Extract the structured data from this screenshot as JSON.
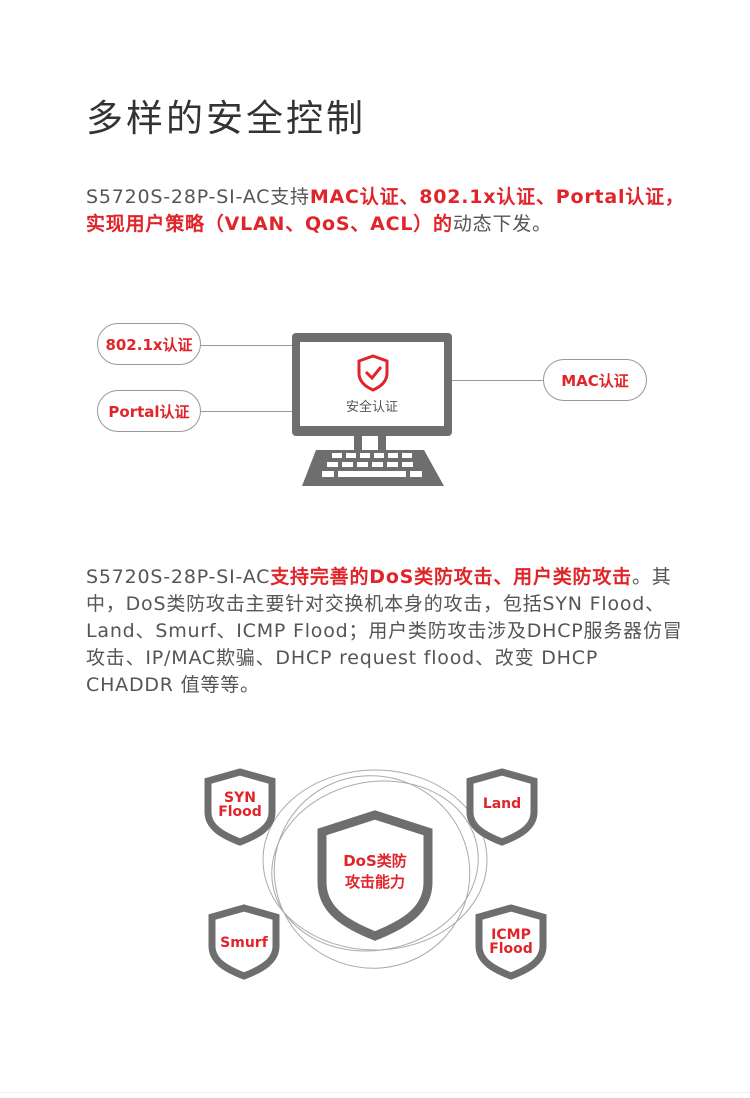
{
  "title": "多样的安全控制",
  "section1": {
    "text_a": "S5720S-28P-SI-AC支持",
    "text_hl": "MAC认证、802.1x认证、Portal认证，实现用户策略（VLAN、QoS、ACL）的",
    "text_b": "动态下发。"
  },
  "figure1": {
    "pill_8021x": "802.1x认证",
    "pill_portal": "Portal认证",
    "pill_mac": "MAC认证",
    "screen_label": "安全认证"
  },
  "section2": {
    "text_a": "S5720S-28P-SI-AC",
    "text_hl": "支持完善的DoS类防攻击、用户类防攻击",
    "text_b": "。其中，DoS类防攻击主要针对交换机本身的攻击，包括SYN Flood、Land、Smurf、ICMP Flood；用户类防攻击涉及DHCP服务器仿冒攻击、IP/MAC欺骗、DHCP request flood、改变 DHCP CHADDR 值等等。"
  },
  "figure2": {
    "center_line1": "DoS类防",
    "center_line2": "攻击能力",
    "syn_line1": "SYN",
    "syn_line2": "Flood",
    "land": "Land",
    "smurf": "Smurf",
    "icmp_line1": "ICMP",
    "icmp_line2": "Flood"
  },
  "colors": {
    "accent": "#e0252a",
    "gray": "#6e6e6e"
  }
}
